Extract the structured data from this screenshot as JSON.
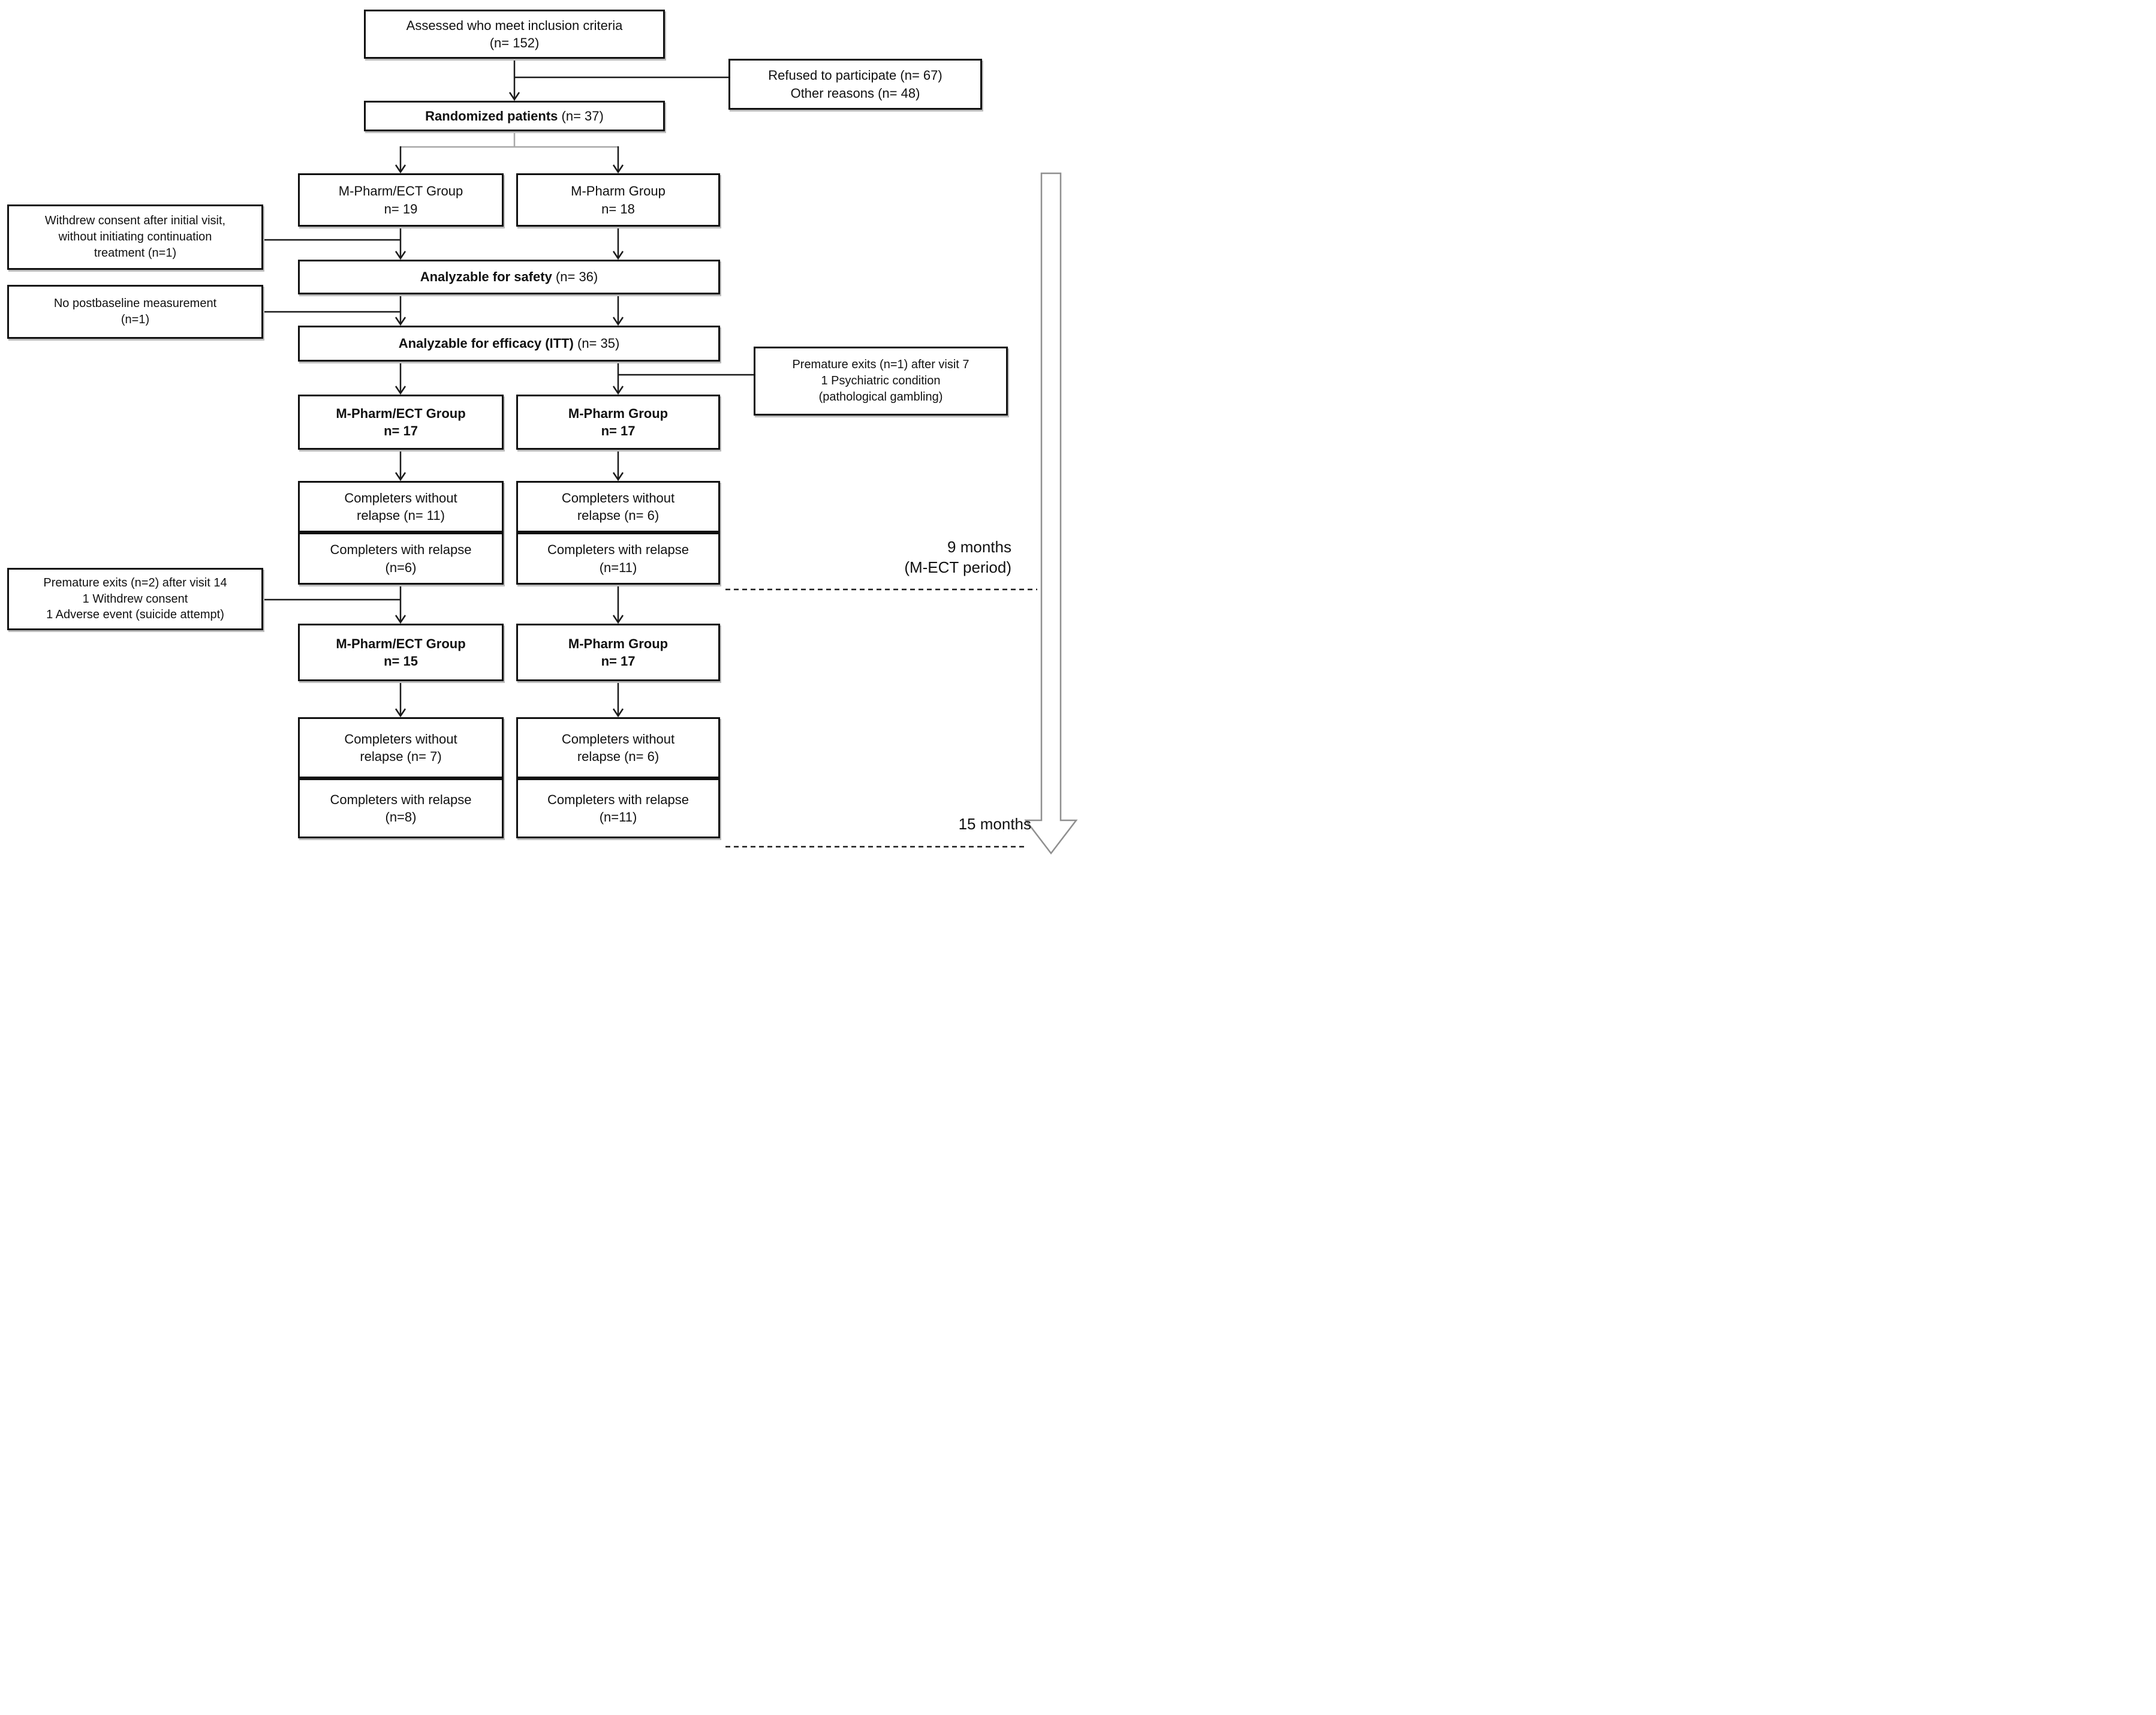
{
  "flow": {
    "assessed": {
      "line1": "Assessed who meet inclusion criteria",
      "line2": "(n= 152)"
    },
    "refused": {
      "line1": "Refused to participate (n= 67)",
      "line2": "Other reasons (n= 48)"
    },
    "randomized": {
      "bold": "Randomized patients",
      "rest": " (n= 37)"
    },
    "group1": {
      "left": {
        "line1": "M-Pharm/ECT Group",
        "line2": "n= 19"
      },
      "right": {
        "line1": "M-Pharm Group",
        "line2": "n= 18"
      }
    },
    "withdrew": {
      "line1": "Withdrew consent after initial visit,",
      "line2": "without initiating continuation",
      "line3": "treatment (n=1)"
    },
    "safety": {
      "bold": "Analyzable for safety",
      "rest": " (n= 36)"
    },
    "no_postbaseline": {
      "line1": "No postbaseline measurement",
      "line2": "(n=1)"
    },
    "efficacy": {
      "bold": "Analyzable for efficacy (ITT)",
      "rest": " (n= 35)"
    },
    "premature1": {
      "line1": "Premature exits (n=1) after visit 7",
      "line2": "1 Psychiatric condition",
      "line3": "(pathological gambling)"
    },
    "group2": {
      "left": {
        "line1": "M-Pharm/ECT Group",
        "line2": "n= 17"
      },
      "right": {
        "line1": "M-Pharm Group",
        "line2": "n= 17"
      }
    },
    "completers1": {
      "left_without": {
        "line1": "Completers without",
        "line2": "relapse (n= 11)"
      },
      "left_with": {
        "line1": "Completers with relapse",
        "line2": "(n=6)"
      },
      "right_without": {
        "line1": "Completers without",
        "line2": "relapse (n= 6)"
      },
      "right_with": {
        "line1": "Completers with relapse",
        "line2": "(n=11)"
      }
    },
    "premature2": {
      "line1": "Premature exits (n=2) after visit 14",
      "line2": "1 Withdrew consent",
      "line3": "1 Adverse event (suicide attempt)"
    },
    "group3": {
      "left": {
        "line1": "M-Pharm/ECT Group",
        "line2": "n= 15"
      },
      "right": {
        "line1": "M-Pharm Group",
        "line2": "n= 17"
      }
    },
    "completers2": {
      "left_without": {
        "line1": "Completers without",
        "line2": "relapse (n= 7)"
      },
      "left_with": {
        "line1": "Completers with relapse",
        "line2": "(n=8)"
      },
      "right_without": {
        "line1": "Completers without",
        "line2": "relapse (n= 6)"
      },
      "right_with": {
        "line1": "Completers with relapse",
        "line2": "(n=11)"
      }
    },
    "timeline": {
      "period1_line1": "9 months",
      "period1_line2": "(M-ECT period)",
      "period2": "15 months"
    }
  },
  "colors": {
    "background": "#ffffff",
    "box_border": "#111111",
    "text": "#111111",
    "connector": "#1a1a1a",
    "gray_connector": "#a8a8a8",
    "timeline_arrow": "#8f8f8f",
    "shadow": "#bdbdbd"
  }
}
